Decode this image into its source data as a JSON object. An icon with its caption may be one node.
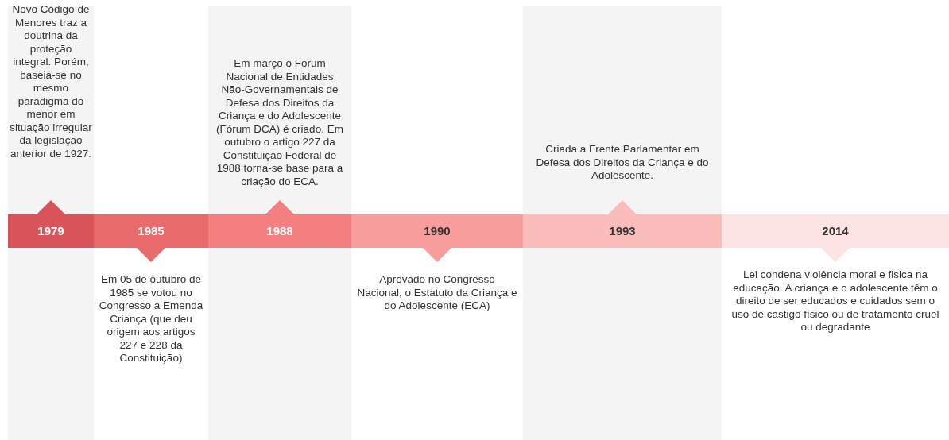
{
  "diagram": {
    "nodes": [
      {
        "text": [
          "1979"
        ],
        "beside": [
          "Novo Código de Menores traz a doutrina da proteção integral. Porém, baseia-se no mesmo paradigma do menor em situação irregular da legislação anterior de 1927."
        ]
      },
      {
        "text": [
          "1985"
        ],
        "beside": [
          "Em 05 de outubro de 1985 se votou no Congresso a Emenda Criança (que deu origem aos artigos 227 e 228 da Constituição)"
        ]
      },
      {
        "text": [
          "1988"
        ],
        "beside": [
          "Em março o Fórum Nacional de Entidades Não-Governamentais de Defesa dos Direitos da Criança e do Adolescente (Fórum DCA) é criado. Em outubro o artigo 227 da Constituição Federal de 1988 torna-se base  para a criação do ECA."
        ]
      },
      {
        "text": [
          "1990"
        ],
        "beside": [
          "Aprovado no Congresso Nacional, o Estatuto da Criança e do Adolescente (ECA)"
        ]
      },
      {
        "text": [
          "1993"
        ],
        "beside": [
          "Criada a Frente Parlamentar em Defesa dos Direitos da Criança e do Adolescente."
        ]
      },
      {
        "text": [
          "2014"
        ],
        "beside": [
          "Lei condena violência moral e fisica na educação. A criança e o adolescente têm o direito de ser educados e cuidados sem o uso de castigo físico ou de tratamento cruel ou degradante"
        ]
      }
    ]
  }
}
